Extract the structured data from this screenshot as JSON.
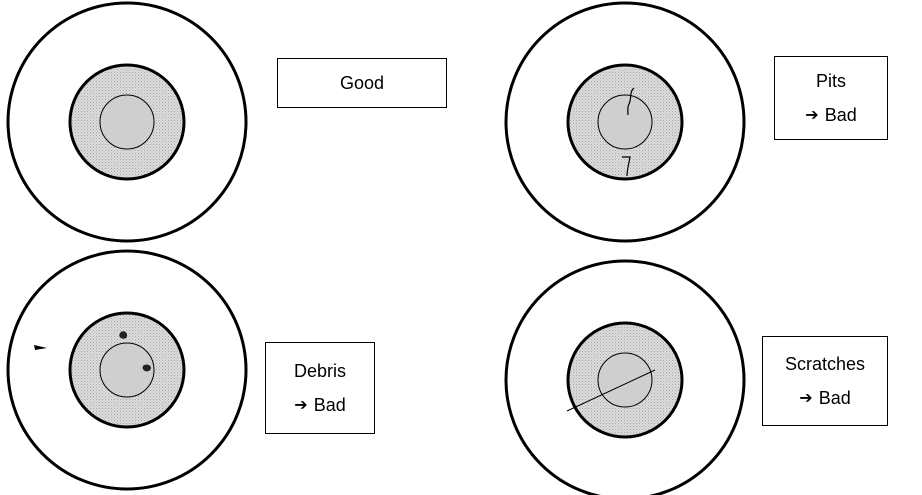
{
  "panels": {
    "good": {
      "title": "Good"
    },
    "pits": {
      "title": "Pits",
      "verdict": "Bad"
    },
    "debris": {
      "title": "Debris",
      "verdict": "Bad"
    },
    "scratches": {
      "title": "Scratches",
      "verdict": "Bad"
    }
  },
  "icons": {
    "verdict_arrow": "right-arrow-icon"
  },
  "colors": {
    "stroke": "#000000",
    "core_fill": "#d0d0d0",
    "background": "#ffffff"
  }
}
